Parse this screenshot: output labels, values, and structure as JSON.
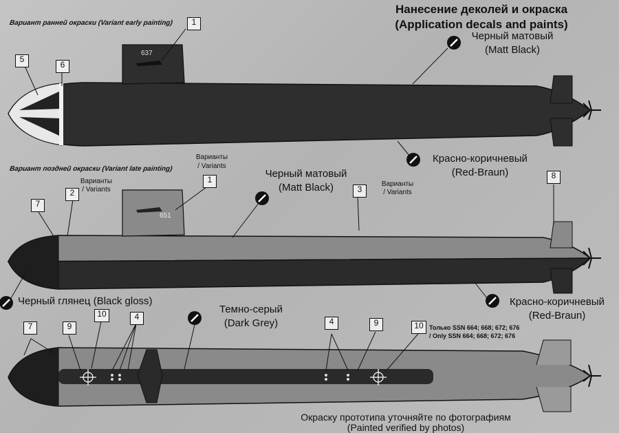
{
  "header": {
    "line1": "Нанесение деколей и окраска",
    "line2": "(Application decals and paints)"
  },
  "sections": {
    "early": "Вариант ранней окраски (Variant early painting)",
    "late": "Вариант поздней окраски (Variant late painting)"
  },
  "callouts": [
    "1",
    "2",
    "3",
    "4",
    "5",
    "6",
    "7",
    "8",
    "9",
    "10"
  ],
  "variants_label": {
    "line1": "Варианты",
    "line2": "/ Variants"
  },
  "paints": {
    "matt_black": {
      "ru": "Черный матовый",
      "en": "(Matt Black)"
    },
    "red_brown": {
      "ru": "Красно-коричневый",
      "en": "(Red-Braun)"
    },
    "black_gloss": "Черный глянец (Black gloss)",
    "dark_grey": {
      "ru": "Темно-серый",
      "en": "(Dark Grey)"
    }
  },
  "hull_markings": {
    "sail_number_early": "637",
    "sail_number_late": "651"
  },
  "only_ssn": {
    "line1": "Только SSN 664; 668; 672; 676",
    "line2": "/ Only SSN 664; 668; 672; 676"
  },
  "footer": {
    "ru": "Окраску прототипа уточняйте по фотографиям",
    "en": "(Painted verified by photos)"
  },
  "colors": {
    "background": "#bcbcbc",
    "matt_black": "#2e2e2e",
    "red_brown": "#3b3b3b",
    "dark_grey": "#555555",
    "hull_light": "#8a8a8a"
  }
}
